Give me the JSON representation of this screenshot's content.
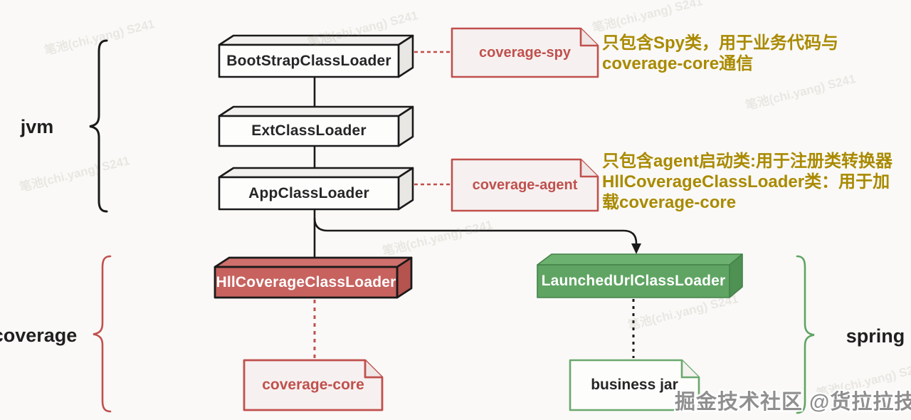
{
  "diagram": {
    "groups": {
      "jvm": {
        "label": "jvm"
      },
      "coverage": {
        "label": "coverage"
      },
      "spring": {
        "label": "spring"
      }
    },
    "boxes": {
      "bootstrap": {
        "label": "BootStrapClassLoader",
        "color": "#fdfdfc"
      },
      "ext": {
        "label": "ExtClassLoader",
        "color": "#fdfdfc"
      },
      "app": {
        "label": "AppClassLoader",
        "color": "#fdfdfc"
      },
      "hll": {
        "label": "HllCoverageClassLoader",
        "color": "#c7625f"
      },
      "launched": {
        "label": "LaunchedUrlClassLoader",
        "color": "#5fa463"
      }
    },
    "notes": {
      "spy": {
        "label": "coverage-spy"
      },
      "agent": {
        "label": "coverage-agent"
      },
      "core": {
        "label": "coverage-core"
      },
      "business": {
        "label": "business jar"
      }
    },
    "annotations": {
      "spy": {
        "line1": "只包含Spy类，用于业务代码与",
        "line2": "coverage-core通信"
      },
      "agent": {
        "line1": "只包含agent启动类:用于注册类转换器",
        "line2": "HllCoverageClassLoader类：用于加",
        "line3": "载coverage-core"
      }
    },
    "colors": {
      "red_accent": "#c0504d",
      "green_accent": "#5fa463",
      "olive_text": "#a98a00",
      "line_black": "#1a1a1a",
      "background": "#faf9f7"
    }
  },
  "watermarks": {
    "brand": "掘金技术社区 @货拉拉技术",
    "faint": "笔池(chi.yang) S241"
  }
}
